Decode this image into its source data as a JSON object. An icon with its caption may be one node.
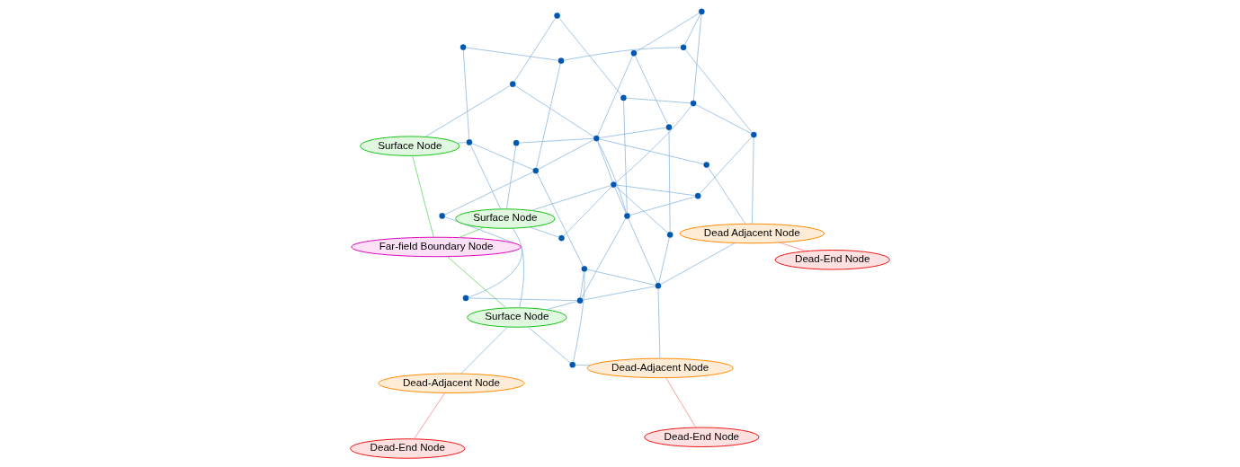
{
  "diagram": {
    "nodes": [
      {
        "text": [
          "Dead-End Node"
        ]
      },
      {
        "text": [
          "Dead-Adjacent Node"
        ]
      },
      {
        "text": [
          "Dead-End Node"
        ]
      },
      {
        "text": [],
        "shape": "circle"
      },
      {
        "text": [
          "Dead-Adjacent Node"
        ]
      },
      {
        "text": [],
        "shape": "circle"
      },
      {
        "text": [],
        "shape": "circle"
      },
      {
        "text": [],
        "shape": "circle"
      },
      {
        "text": [
          "Surface Node"
        ]
      },
      {
        "text": [],
        "shape": "circle"
      },
      {
        "text": [
          "Dead-End Node"
        ]
      },
      {
        "text": [],
        "shape": "circle"
      },
      {
        "text": [],
        "shape": "circle"
      },
      {
        "text": [
          "Dead Adjacent Node"
        ]
      },
      {
        "text": [],
        "shape": "circle"
      },
      {
        "text": [],
        "shape": "circle"
      },
      {
        "text": [
          "Far-field Boundary Node"
        ]
      },
      {
        "text": [],
        "shape": "circle"
      },
      {
        "text": [],
        "shape": "circle"
      },
      {
        "text": [
          "Surface Node"
        ]
      },
      {
        "text": [],
        "shape": "circle"
      },
      {
        "text": [],
        "shape": "circle"
      },
      {
        "text": [],
        "shape": "circle"
      },
      {
        "text": [],
        "shape": "circle"
      },
      {
        "text": [
          "Surface Node"
        ]
      },
      {
        "text": [],
        "shape": "circle"
      },
      {
        "text": [],
        "shape": "circle"
      },
      {
        "text": [],
        "shape": "circle"
      },
      {
        "text": [],
        "shape": "circle"
      },
      {
        "text": [],
        "shape": "circle"
      },
      {
        "text": [],
        "shape": "circle"
      },
      {
        "text": [],
        "shape": "circle"
      },
      {
        "text": [],
        "shape": "circle"
      },
      {
        "text": [],
        "shape": "circle"
      },
      {
        "text": [],
        "shape": "circle"
      },
      {
        "text": [],
        "shape": "circle"
      },
      {
        "text": [],
        "shape": "circle"
      }
    ],
    "edges": [
      {
        "from": 0,
        "to": 1,
        "arrow": "none",
        "color": "#ff8080"
      },
      {
        "from": 2,
        "to": 4,
        "arrow": "none",
        "color": "#ff8080"
      },
      {
        "from": 10,
        "to": 13,
        "arrow": "none",
        "color": "#ff8080"
      },
      {
        "from": 4,
        "to": 8,
        "arrow": "none"
      },
      {
        "from": 8,
        "to": 16,
        "arrow": "none",
        "color": "#5fd35f"
      },
      {
        "from": 19,
        "to": 16,
        "arrow": "none",
        "color": "#5fd35f"
      },
      {
        "from": 24,
        "to": 16,
        "arrow": "none",
        "color": "#5fd35f"
      },
      {
        "from": 1,
        "to": 6,
        "arrow": "none"
      },
      {
        "from": 1,
        "to": 3,
        "arrow": "none"
      },
      {
        "from": 3,
        "to": 8,
        "arrow": "none"
      },
      {
        "from": 3,
        "to": 9,
        "arrow": "none"
      },
      {
        "from": 5,
        "to": 7,
        "arrow": "none"
      },
      {
        "from": 5,
        "to": 11,
        "arrow": "none"
      },
      {
        "from": 6,
        "to": 13,
        "arrow": "none"
      },
      {
        "from": 6,
        "to": 9,
        "arrow": "none"
      },
      {
        "from": 6,
        "to": 7,
        "arrow": "none"
      },
      {
        "from": 9,
        "to": 7,
        "arrow": "none"
      },
      {
        "from": 7,
        "to": 8,
        "arrow": "none"
      },
      {
        "from": 9,
        "to": 21,
        "arrow": "none"
      },
      {
        "from": 7,
        "to": 15,
        "arrow": "none"
      },
      {
        "from": 15,
        "to": 22,
        "arrow": "none"
      },
      {
        "from": 22,
        "to": 23,
        "arrow": "none"
      },
      {
        "from": 22,
        "to": 25,
        "arrow": "none"
      },
      {
        "from": 6,
        "to": 12,
        "arrow": "none"
      },
      {
        "from": 6,
        "to": 15,
        "arrow": "none"
      },
      {
        "from": 12,
        "to": 18,
        "arrow": "none"
      },
      {
        "from": 12,
        "to": 23,
        "arrow": "none"
      },
      {
        "from": 13,
        "to": 14,
        "arrow": "none"
      },
      {
        "from": 13,
        "to": 25,
        "arrow": "none"
      },
      {
        "from": 14,
        "to": 20,
        "arrow": "none"
      },
      {
        "from": 18,
        "to": 20,
        "arrow": "none"
      },
      {
        "from": 20,
        "to": 21,
        "arrow": "none"
      },
      {
        "from": 20,
        "to": 17,
        "arrow": "none"
      },
      {
        "from": 17,
        "to": 19,
        "arrow": "none"
      },
      {
        "from": 21,
        "to": 11,
        "arrow": "none"
      },
      {
        "from": 21,
        "to": 33,
        "arrow": "none"
      },
      {
        "from": 21,
        "to": 29,
        "arrow": "none"
      },
      {
        "from": 23,
        "to": 19,
        "arrow": "none"
      },
      {
        "from": 23,
        "to": 28,
        "arrow": "none"
      },
      {
        "from": 20,
        "to": 26,
        "arrow": "none"
      },
      {
        "from": 26,
        "to": 24,
        "arrow": "none"
      },
      {
        "from": 26,
        "to": 32,
        "arrow": "none"
      },
      {
        "from": 28,
        "to": 19,
        "arrow": "none"
      },
      {
        "from": 19,
        "to": 29,
        "arrow": "none"
      },
      {
        "from": 29,
        "to": 24,
        "arrow": "none"
      },
      {
        "from": 29,
        "to": 36,
        "arrow": "none"
      },
      {
        "from": 8,
        "to": 19,
        "arrow": "none"
      },
      {
        "from": 33,
        "to": 36,
        "arrow": "none"
      },
      {
        "from": 33,
        "to": 35,
        "arrow": "none"
      },
      {
        "from": 30,
        "to": 32,
        "arrow": "none"
      },
      {
        "from": 30,
        "to": 31,
        "arrow": "none"
      },
      {
        "from": 30,
        "to": 15,
        "arrow": "none"
      },
      {
        "from": 15,
        "to": 23,
        "arrow": "none"
      },
      {
        "from": 15,
        "to": 20,
        "arrow": "none"
      },
      {
        "from": 31,
        "to": 25,
        "arrow": "none"
      },
      {
        "from": 31,
        "to": 23,
        "arrow": "none"
      },
      {
        "from": 31,
        "to": 34,
        "arrow": "none"
      },
      {
        "from": 25,
        "to": 35,
        "arrow": "none"
      },
      {
        "from": 34,
        "to": 35,
        "arrow": "none"
      },
      {
        "from": 34,
        "to": 27,
        "arrow": "none"
      },
      {
        "from": 27,
        "to": 20,
        "arrow": "none"
      },
      {
        "from": 27,
        "to": 18,
        "arrow": "none"
      },
      {
        "from": 20,
        "to": 23,
        "arrow": "none"
      }
    ]
  }
}
